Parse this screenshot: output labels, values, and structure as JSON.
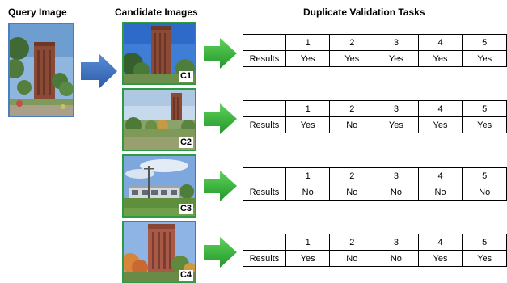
{
  "headings": {
    "query": "Query Image",
    "candidates": "Candidate Images",
    "tasks": "Duplicate Validation Tasks"
  },
  "candidates": [
    {
      "tag": "C1",
      "scene": "tower-close"
    },
    {
      "tag": "C2",
      "scene": "tower-far"
    },
    {
      "tag": "C3",
      "scene": "building-low"
    },
    {
      "tag": "C4",
      "scene": "tower-trees"
    }
  ],
  "table": {
    "row_label": "Results",
    "columns": [
      "1",
      "2",
      "3",
      "4",
      "5"
    ]
  },
  "results": [
    [
      "Yes",
      "Yes",
      "Yes",
      "Yes",
      "Yes"
    ],
    [
      "Yes",
      "No",
      "Yes",
      "Yes",
      "Yes"
    ],
    [
      "No",
      "No",
      "No",
      "No",
      "No"
    ],
    [
      "Yes",
      "No",
      "No",
      "Yes",
      "Yes"
    ]
  ],
  "colors": {
    "query_border": "#4a7ec0",
    "candidate_border": "#2e9a44",
    "blue_arrow": "#3b6fc0",
    "green_arrow": "#3dba3d"
  }
}
